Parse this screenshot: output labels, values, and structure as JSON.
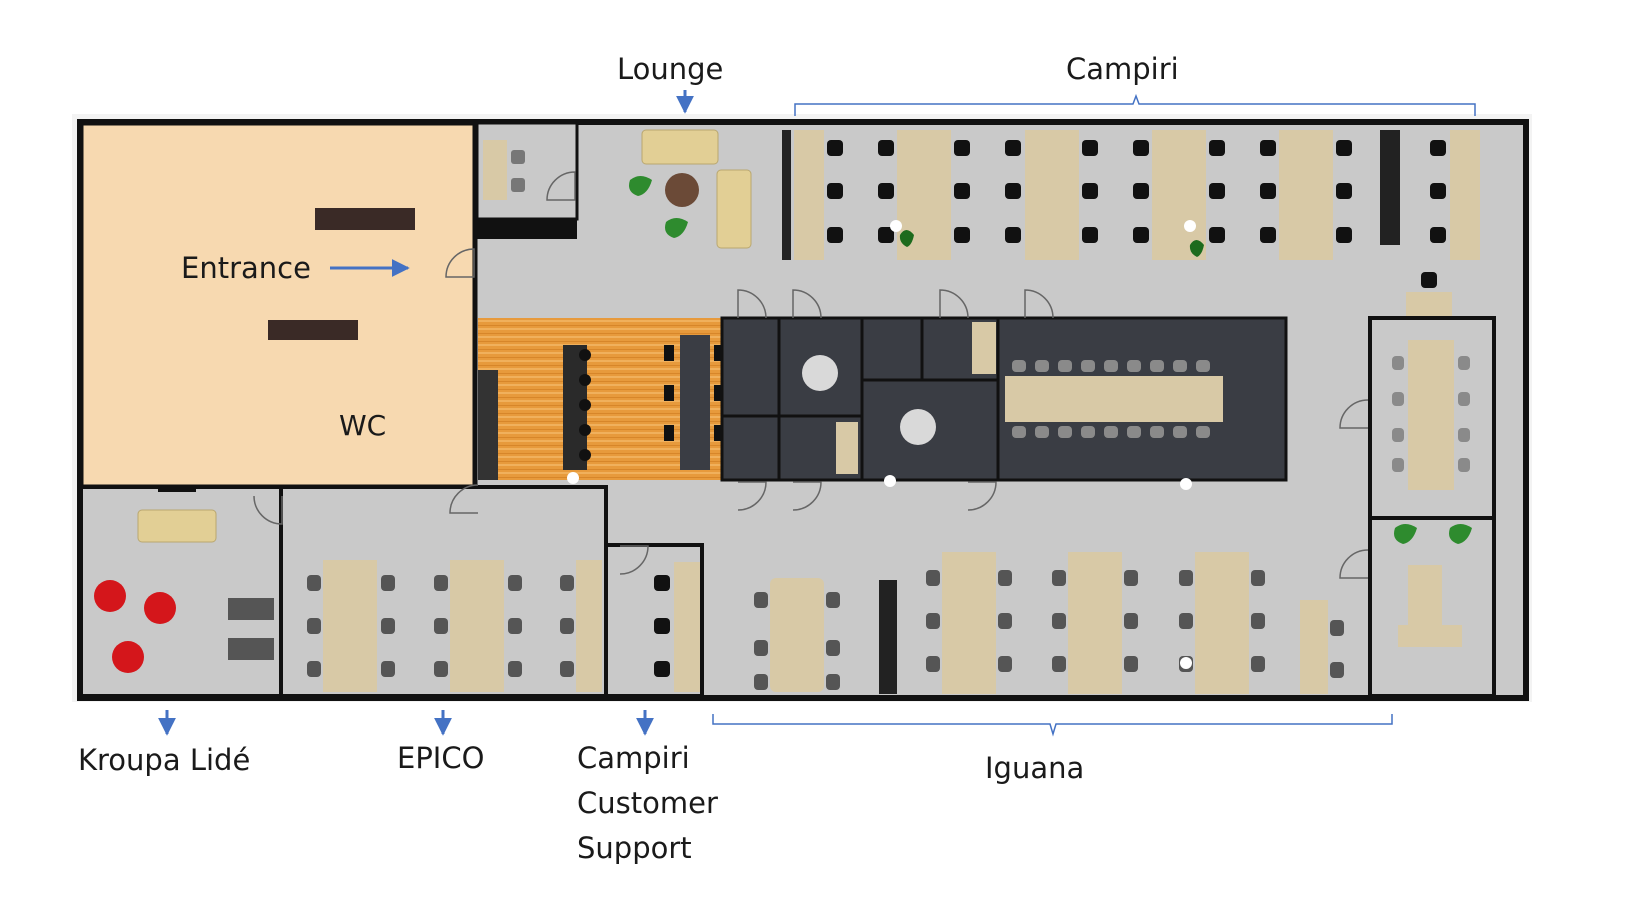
{
  "title": "",
  "labels": {
    "lounge": "Lounge",
    "campiri_top": "Campiri",
    "entrance": "Entrance",
    "wc": "WC",
    "kroupa": "Kroupa Lidé",
    "epico": "EPICO",
    "campiri_support": [
      "Campiri",
      "Customer",
      "Support"
    ],
    "iguana": "Iguana"
  },
  "colors": {
    "wall": "#111111",
    "floor": "#c9c9c9",
    "entrance_floor": "#f7d9b0",
    "wood_floor": "#e79a3c",
    "meeting_room": "#3a3d44",
    "desk": "#d8c9a6",
    "chair": "#111111",
    "pointer": "#4472c4",
    "plant": "#2e8b2e",
    "beanbag": "#d4161b"
  }
}
